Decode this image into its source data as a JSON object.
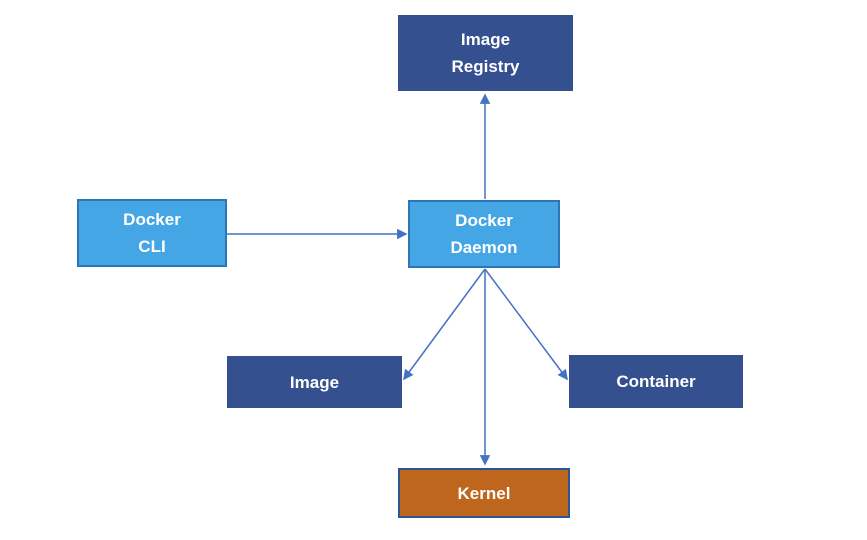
{
  "diagram": {
    "type": "architecture-flow-diagram",
    "subject": "Docker architecture",
    "nodes": {
      "image_registry": {
        "label": "Image\nRegistry",
        "style": "dark-blue"
      },
      "docker_cli": {
        "label": "Docker\nCLI",
        "style": "light-blue"
      },
      "docker_daemon": {
        "label": "Docker\nDaemon",
        "style": "light-blue"
      },
      "image": {
        "label": "Image",
        "style": "dark-blue"
      },
      "container": {
        "label": "Container",
        "style": "dark-blue"
      },
      "kernel": {
        "label": "Kernel",
        "style": "orange"
      }
    },
    "edges": [
      {
        "from": "docker_daemon",
        "to": "image_registry",
        "directed": true
      },
      {
        "from": "docker_cli",
        "to": "docker_daemon",
        "directed": true
      },
      {
        "from": "docker_daemon",
        "to": "image",
        "directed": true
      },
      {
        "from": "docker_daemon",
        "to": "container",
        "directed": true
      },
      {
        "from": "docker_daemon",
        "to": "kernel",
        "directed": true
      }
    ],
    "colors": {
      "dark_blue_fill": "#34508F",
      "light_blue_fill": "#45A6E5",
      "light_blue_border": "#2E75B6",
      "orange_fill": "#BE661E",
      "orange_border": "#2E5597",
      "arrow": "#4472C4",
      "text": "#FFFFFF",
      "background": "#FFFFFF"
    }
  }
}
